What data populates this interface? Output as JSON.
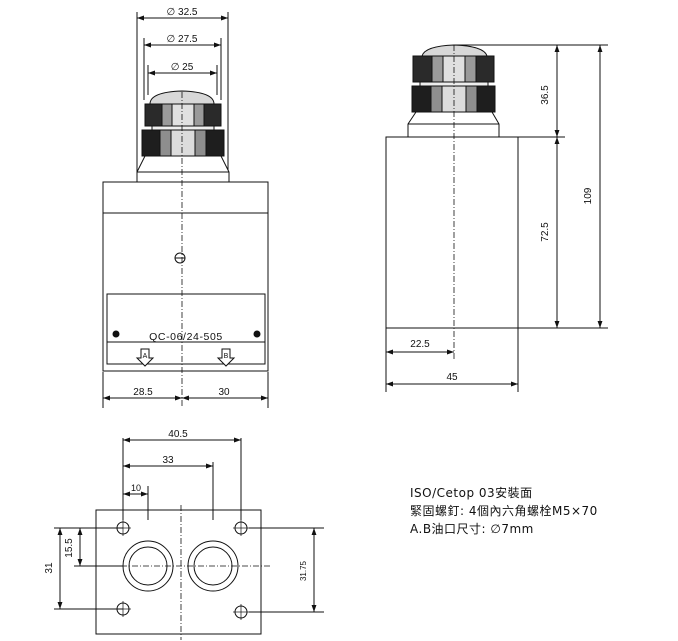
{
  "front_view": {
    "dims": {
      "dia_outer": "∅ 32.5",
      "dia_mid": "∅ 27.5",
      "dia_inner": "∅ 25",
      "left_width": "28.5",
      "right_width": "30"
    },
    "model": "QC-06/24-505",
    "port_a": "A",
    "port_b": "B"
  },
  "side_view": {
    "dims": {
      "knob_height": "36.5",
      "body_height": "72.5",
      "total_height": "109",
      "half_width": "22.5",
      "width": "45"
    }
  },
  "bottom_view": {
    "dims": {
      "bolt_span": "40.5",
      "port_span": "33",
      "port_offset": "10",
      "height": "31",
      "port_height": "15.5",
      "bolt_height": "31.75"
    }
  },
  "notes": [
    "ISO/Cetop 03安裝面",
    "緊固螺釘: 4個內六角螺栓M5×70",
    "A.B油口尺寸: ∅7mm"
  ]
}
